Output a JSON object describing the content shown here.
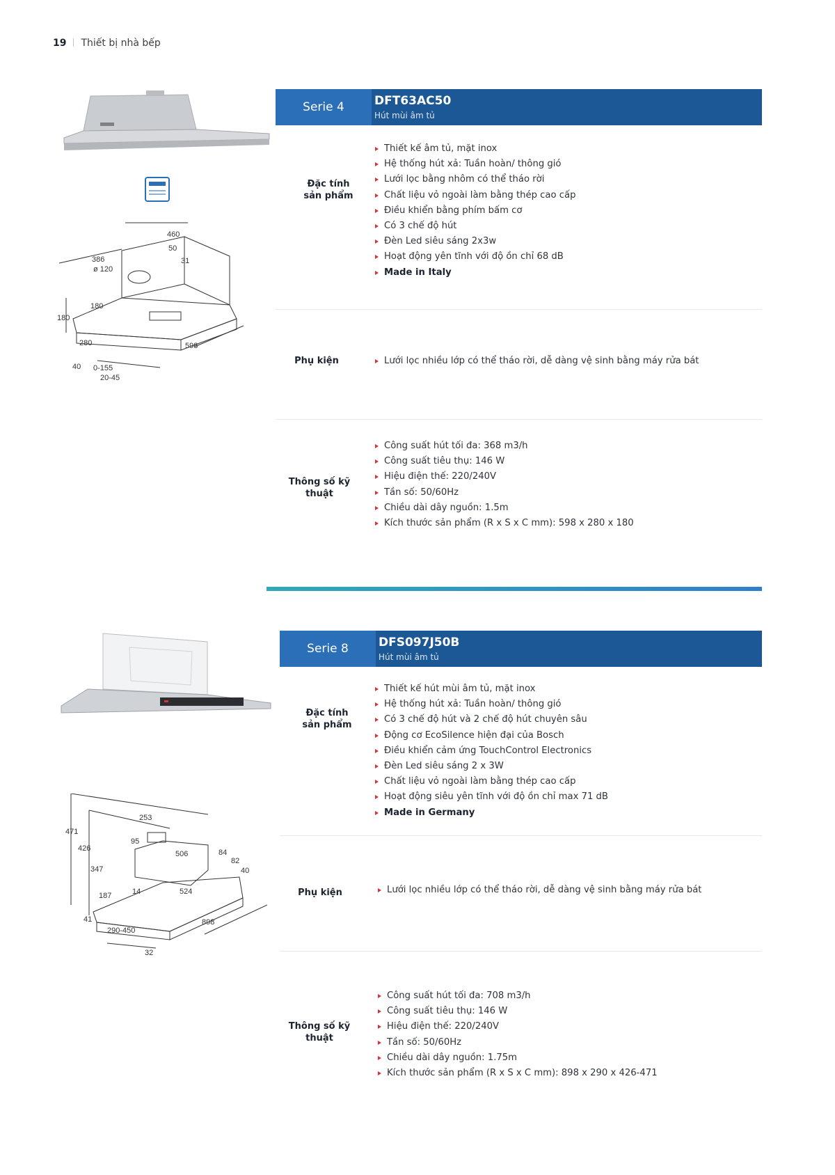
{
  "page": {
    "number": "19",
    "section": "Thiết bị nhà bếp"
  },
  "products": [
    {
      "serie": "Serie 4",
      "model": "DFT63AC50",
      "type": "Hút mùi âm tủ",
      "features_label": "Đặc tính sản phẩm",
      "features": [
        "Thiết kế âm tủ, mặt inox",
        "Hệ thống hút xả: Tuần hoàn/ thông gió",
        "Lưới lọc bằng nhôm có thể tháo rời",
        "Chất liệu vỏ ngoài làm bằng thép cao cấp",
        "Điều khiển bằng phím bấm cơ",
        "Có 3 chế độ hút",
        "Đèn Led siêu sáng 2x3w",
        "Hoạt động yên tĩnh với độ ồn chỉ 68 dB",
        "Made in Italy"
      ],
      "accessories_label": "Phụ kiện",
      "accessories": [
        "Lưới lọc nhiều lớp có thể tháo rời, dễ dàng vệ sinh bằng máy rửa bát"
      ],
      "specs_label": "Thông số kỹ thuật",
      "specs": [
        "Công suất hút tối đa: 368 m3/h",
        "Công suất tiêu thụ: 146 W",
        "Hiệu điện thế: 220/240V",
        "Tần số: 50/60Hz",
        "Chiều dài dây nguồn: 1.5m",
        "Kích thước sản phẩm (R x S x C mm): 598 x 280 x 180"
      ],
      "drawing_dims": {
        "d460": "460",
        "d50": "50",
        "d386": "386",
        "d120": "ø 120",
        "d31": "31",
        "d180a": "180",
        "d180b": "180",
        "d280": "280",
        "d598": "598",
        "d40": "40",
        "d0155": "0-155",
        "d2045": "20-45"
      }
    },
    {
      "serie": "Serie 8",
      "model": "DFS097J50B",
      "type": "Hút mùi âm tủ",
      "features_label": "Đặc tính sản phẩm",
      "features": [
        "Thiết kế hút mùi âm tủ, mặt inox",
        "Hệ thống hút xả: Tuần hoàn/ thông gió",
        "Có 3 chế độ hút và 2 chế độ hút chuyên sâu",
        "Động cơ EcoSilence hiện đại của Bosch",
        "Điều khiển cảm ứng TouchControl Electronics",
        "Đèn Led siêu sáng 2 x 3W",
        "Chất liệu vỏ ngoài làm bằng thép cao cấp",
        "Hoạt động siêu yên tĩnh với độ ồn chỉ max 71 dB",
        "Made in Germany"
      ],
      "accessories_label": "Phụ kiện",
      "accessories": [
        "Lưới lọc nhiều lớp có thể tháo rời, dễ dàng vệ sinh bằng máy rửa bát"
      ],
      "specs_label": "Thông số kỹ thuật",
      "specs": [
        "Công suất hút tối đa: 708 m3/h",
        "Công suất tiêu thụ: 146 W",
        "Hiệu điện thế: 220/240V",
        "Tần số: 50/60Hz",
        "Chiều dài dây nguồn: 1.75m",
        "Kích thước sản phẩm (R x S x C mm): 898 x 290 x 426-471"
      ],
      "drawing_dims": {
        "d253": "253",
        "d471": "471",
        "d95": "95",
        "d426": "426",
        "d506": "506",
        "d84": "84",
        "d82": "82",
        "d347": "347",
        "d40": "40",
        "d187": "187",
        "d14": "14",
        "d524": "524",
        "d41": "41",
        "d290450": "290-450",
        "d898": "898",
        "d32": "32"
      }
    }
  ]
}
